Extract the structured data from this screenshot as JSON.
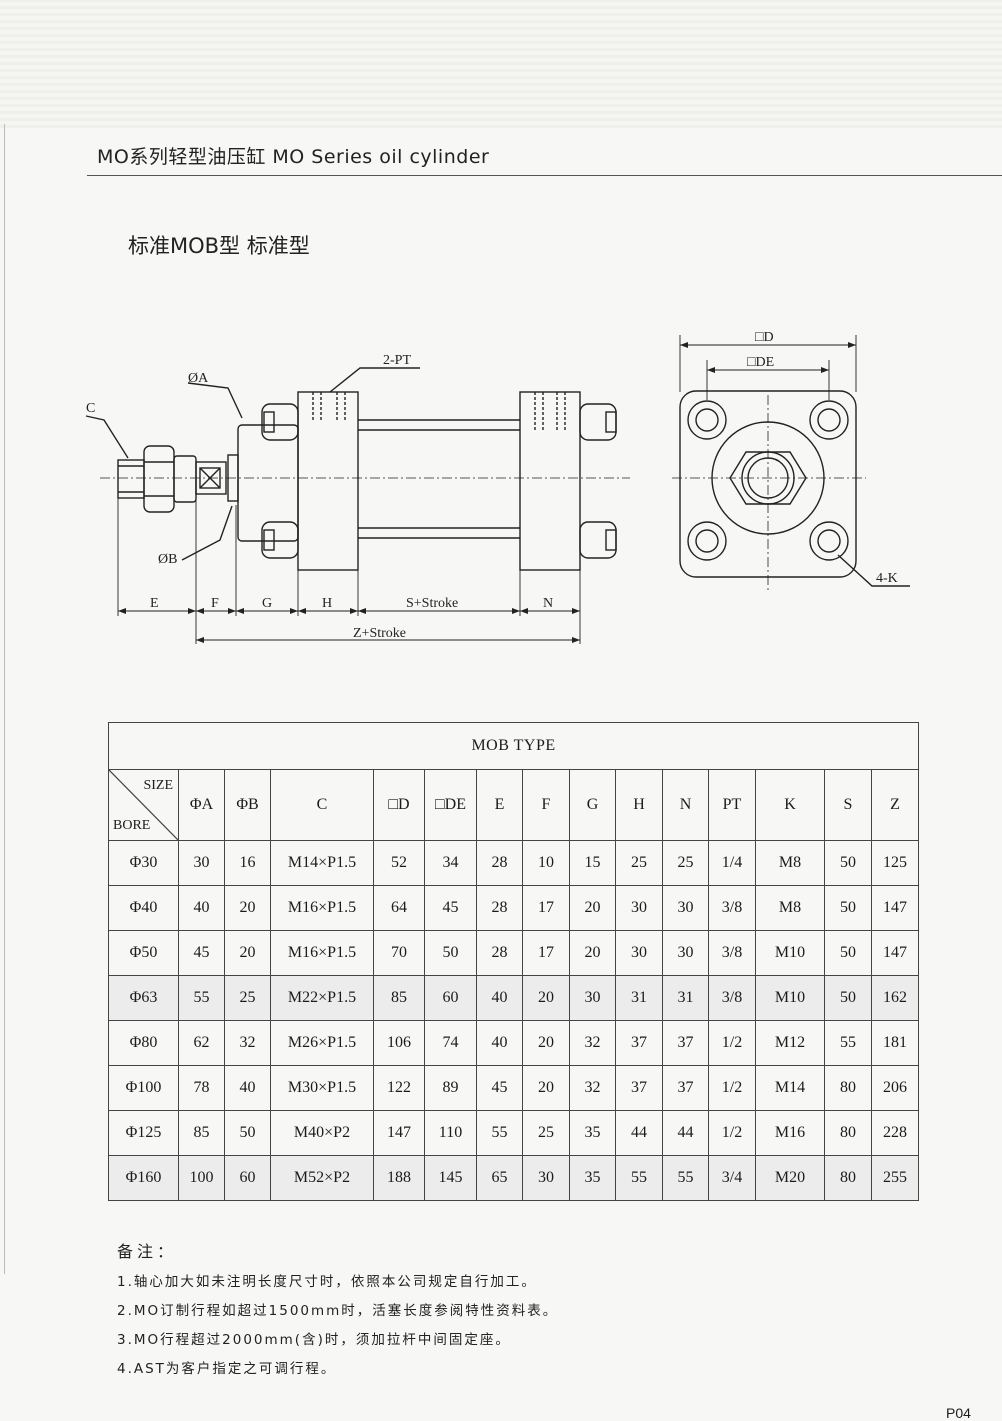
{
  "header": {
    "title": "MO系列轻型油压缸  MO Series oil cylinder"
  },
  "section": {
    "title": "标准MOB型  标准型"
  },
  "drawing": {
    "side_labels": {
      "c": "C",
      "a": "ØA",
      "b": "ØB",
      "pt": "2-PT",
      "e": "E",
      "f": "F",
      "g": "G",
      "h": "H",
      "s": "S+Stroke",
      "n": "N",
      "z": "Z+Stroke"
    },
    "end_labels": {
      "d": "□D",
      "de": "□DE",
      "k": "4-K"
    }
  },
  "table": {
    "title": "MOB TYPE",
    "size_label": "SIZE",
    "bore_label": "BORE",
    "columns": [
      "ΦA",
      "ΦB",
      "C",
      "□D",
      "□DE",
      "E",
      "F",
      "G",
      "H",
      "N",
      "PT",
      "K",
      "S",
      "Z"
    ],
    "rows": [
      [
        "Φ30",
        "30",
        "16",
        "M14×P1.5",
        "52",
        "34",
        "28",
        "10",
        "15",
        "25",
        "25",
        "1/4",
        "M8",
        "50",
        "125"
      ],
      [
        "Φ40",
        "40",
        "20",
        "M16×P1.5",
        "64",
        "45",
        "28",
        "17",
        "20",
        "30",
        "30",
        "3/8",
        "M8",
        "50",
        "147"
      ],
      [
        "Φ50",
        "45",
        "20",
        "M16×P1.5",
        "70",
        "50",
        "28",
        "17",
        "20",
        "30",
        "30",
        "3/8",
        "M10",
        "50",
        "147"
      ],
      [
        "Φ63",
        "55",
        "25",
        "M22×P1.5",
        "85",
        "60",
        "40",
        "20",
        "30",
        "31",
        "31",
        "3/8",
        "M10",
        "50",
        "162"
      ],
      [
        "Φ80",
        "62",
        "32",
        "M26×P1.5",
        "106",
        "74",
        "40",
        "20",
        "32",
        "37",
        "37",
        "1/2",
        "M12",
        "55",
        "181"
      ],
      [
        "Φ100",
        "78",
        "40",
        "M30×P1.5",
        "122",
        "89",
        "45",
        "20",
        "32",
        "37",
        "37",
        "1/2",
        "M14",
        "80",
        "206"
      ],
      [
        "Φ125",
        "85",
        "50",
        "M40×P2",
        "147",
        "110",
        "55",
        "25",
        "35",
        "44",
        "44",
        "1/2",
        "M16",
        "80",
        "228"
      ],
      [
        "Φ160",
        "100",
        "60",
        "M52×P2",
        "188",
        "145",
        "65",
        "30",
        "35",
        "55",
        "55",
        "3/4",
        "M20",
        "80",
        "255"
      ]
    ]
  },
  "notes": {
    "title": "备注：",
    "items": [
      "1.轴心加大如未注明长度尺寸时，依照本公司规定自行加工。",
      "2.MO订制行程如超过1500mm时，活塞长度参阅特性资料表。",
      "3.MO行程超过2000mm(含)时，须加拉杆中间固定座。",
      "4.AST为客户指定之可调行程。"
    ]
  },
  "page_number": "P04"
}
